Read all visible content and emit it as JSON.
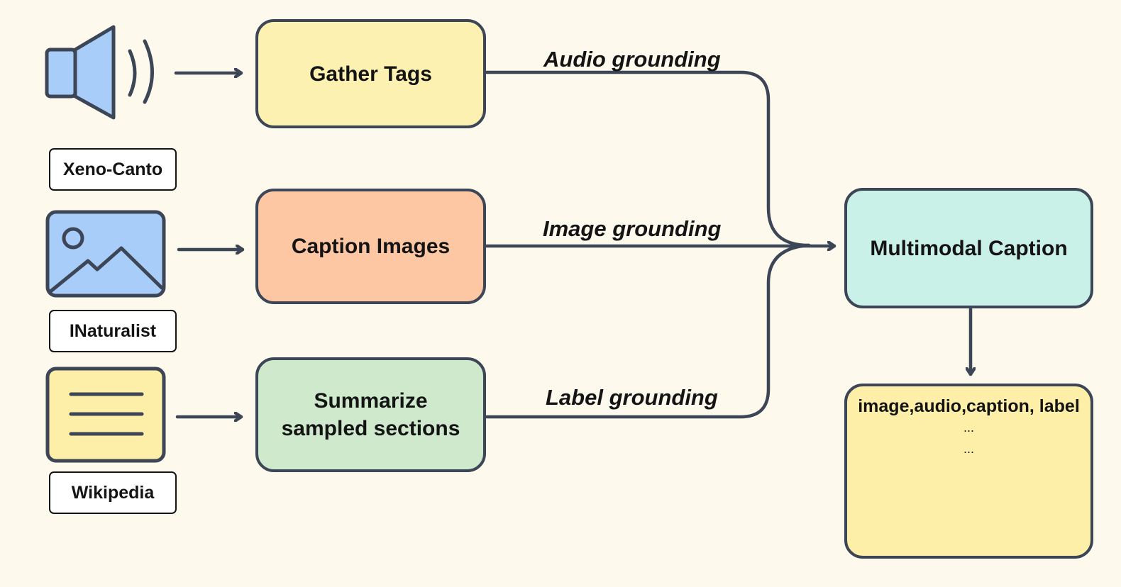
{
  "sources": [
    {
      "label": "Xeno-Canto",
      "icon": "speaker-icon"
    },
    {
      "label": "INaturalist",
      "icon": "image-icon"
    },
    {
      "label": "Wikipedia",
      "icon": "document-icon"
    }
  ],
  "steps": [
    {
      "label": "Gather Tags",
      "color": "#fdf1b2"
    },
    {
      "label": "Caption Images",
      "color": "#fdc7a4"
    },
    {
      "label_line1": "Summarize",
      "label_line2": "sampled sections",
      "color": "#cfe9cc"
    }
  ],
  "groundings": [
    "Audio grounding",
    "Image grounding",
    "Label grounding"
  ],
  "merge": {
    "label": "Multimodal Caption",
    "color": "#c9f1e7"
  },
  "output": {
    "header": "image,audio,caption, label",
    "rows": [
      "...",
      "..."
    ],
    "color": "#fdeea8"
  },
  "colors": {
    "line": "#3d4656",
    "icon_fill_blue": "#a9cdf9",
    "icon_fill_yellow": "#fdeea8",
    "background": "#fdf9ec"
  }
}
